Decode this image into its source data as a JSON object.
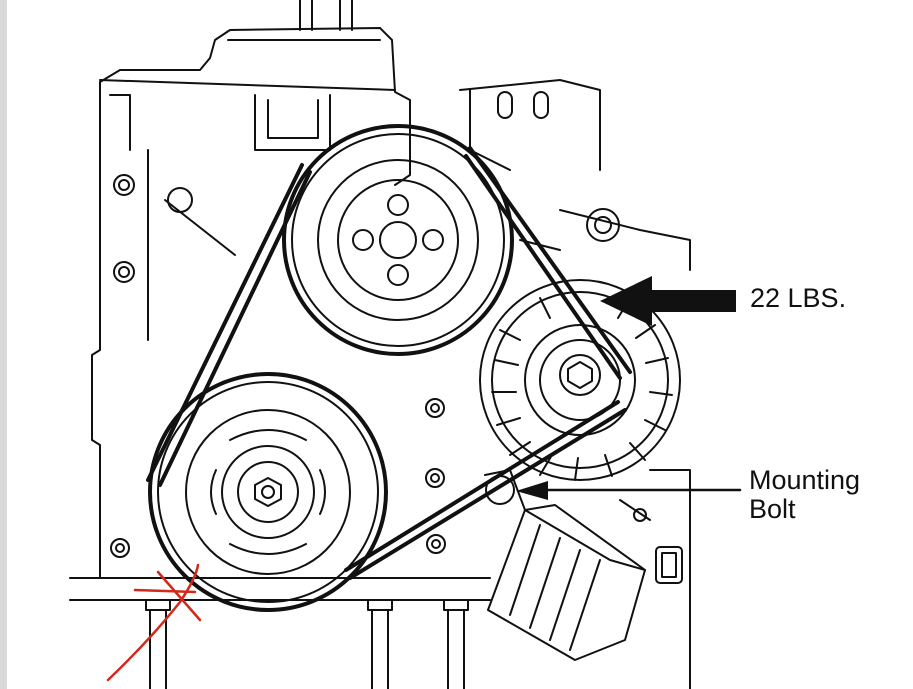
{
  "callouts": {
    "tension": {
      "text": "22 LBS."
    },
    "bolt": {
      "line1": "Mounting",
      "line2": "Bolt"
    }
  },
  "icons": [
    "drive-belt",
    "water-pump-pulley",
    "crankshaft-pulley",
    "alternator",
    "oil-filter",
    "arrow-indicator",
    "handwritten-red-arrow"
  ],
  "colors": {
    "ink": "#111111",
    "background": "#ffffff",
    "annotation_red": "#d12a1a",
    "edge_strip": "#d9d9d9"
  }
}
